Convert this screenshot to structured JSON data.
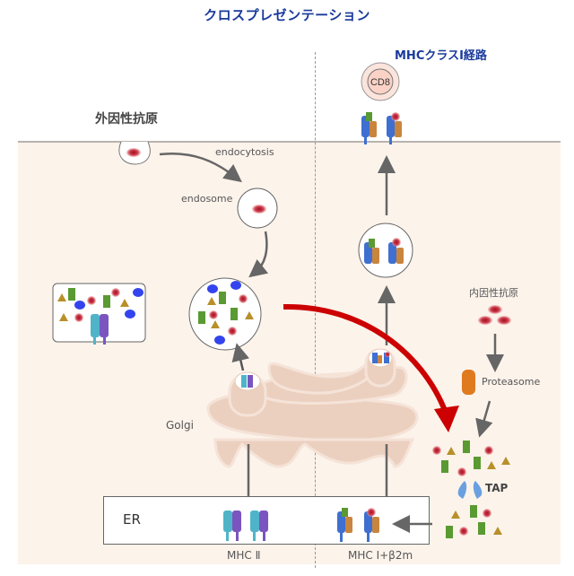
{
  "title": "クロスプレゼンテーション",
  "pathway_title": "MHCクラスⅠ経路",
  "labels": {
    "exogenous_antigen": "外因性抗原",
    "endocytosis": "endocytosis",
    "endosome": "endosome",
    "endogenous_antigen": "内因性抗原",
    "proteasome": "Proteasome",
    "golgi": "Golgi",
    "tap": "TAP",
    "er": "ER",
    "mhc2": "MHC Ⅱ",
    "mhc1": "MHC Ⅰ+β2m",
    "cd8": "CD8"
  },
  "colors": {
    "title": "#1a3a9c",
    "cell_bg": "#fcf3eb",
    "cross_arrow": "#cc0000",
    "arrow": "#666666",
    "golgi": "#ecd0bf",
    "peptide_green": "#5a9a32",
    "peptide_red": "#c0303a",
    "peptide_tri": "#b8902a",
    "blue_dot": "#3344ee",
    "mhc1_blue": "#3f6fd0",
    "mhc1_orange": "#c9853e",
    "mhc2_teal": "#4fb4c8",
    "mhc2_purple": "#7a55c0",
    "proteasome": "#e07a1f"
  }
}
